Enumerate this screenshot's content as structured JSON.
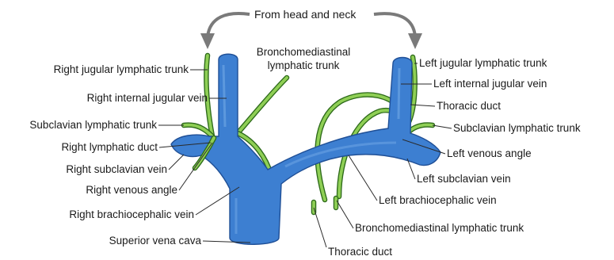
{
  "diagram": {
    "top_label": "From head and neck",
    "labels": {
      "right_jugular_lymphatic_trunk": "Right jugular lymphatic trunk",
      "right_internal_jugular_vein": "Right internal jugular vein",
      "right_subclavian_lymphatic_trunk": "Subclavian lymphatic trunk",
      "right_lymphatic_duct": "Right lymphatic duct",
      "right_subclavian_vein": "Right subclavian vein",
      "right_venous_angle": "Right venous angle",
      "right_brachiocephalic_vein": "Right brachiocephalic vein",
      "superior_vena_cava": "Superior vena cava",
      "bronchomediastinal_trunk_top_line1": "Bronchomediastinal",
      "bronchomediastinal_trunk_top_line2": "lymphatic trunk",
      "left_jugular_lymphatic_trunk": "Left jugular lymphatic trunk",
      "left_internal_jugular_vein": "Left internal jugular vein",
      "thoracic_duct_upper": "Thoracic duct",
      "left_subclavian_lymphatic_trunk": "Subclavian lymphatic trunk",
      "left_venous_angle": "Left venous angle",
      "left_subclavian_vein": "Left subclavian vein",
      "left_brachiocephalic_vein": "Left brachiocephalic vein",
      "bronchomediastinal_trunk_bottom": "Bronchomediastinal lymphatic trunk",
      "thoracic_duct_lower": "Thoracic duct"
    },
    "colors": {
      "vein": "#3d7fd1",
      "vein_outline": "#1f4f96",
      "lymphatic": "#8fcf55",
      "lymphatic_outline": "#2d6a1a",
      "arrow": "#7a7a7a"
    }
  }
}
